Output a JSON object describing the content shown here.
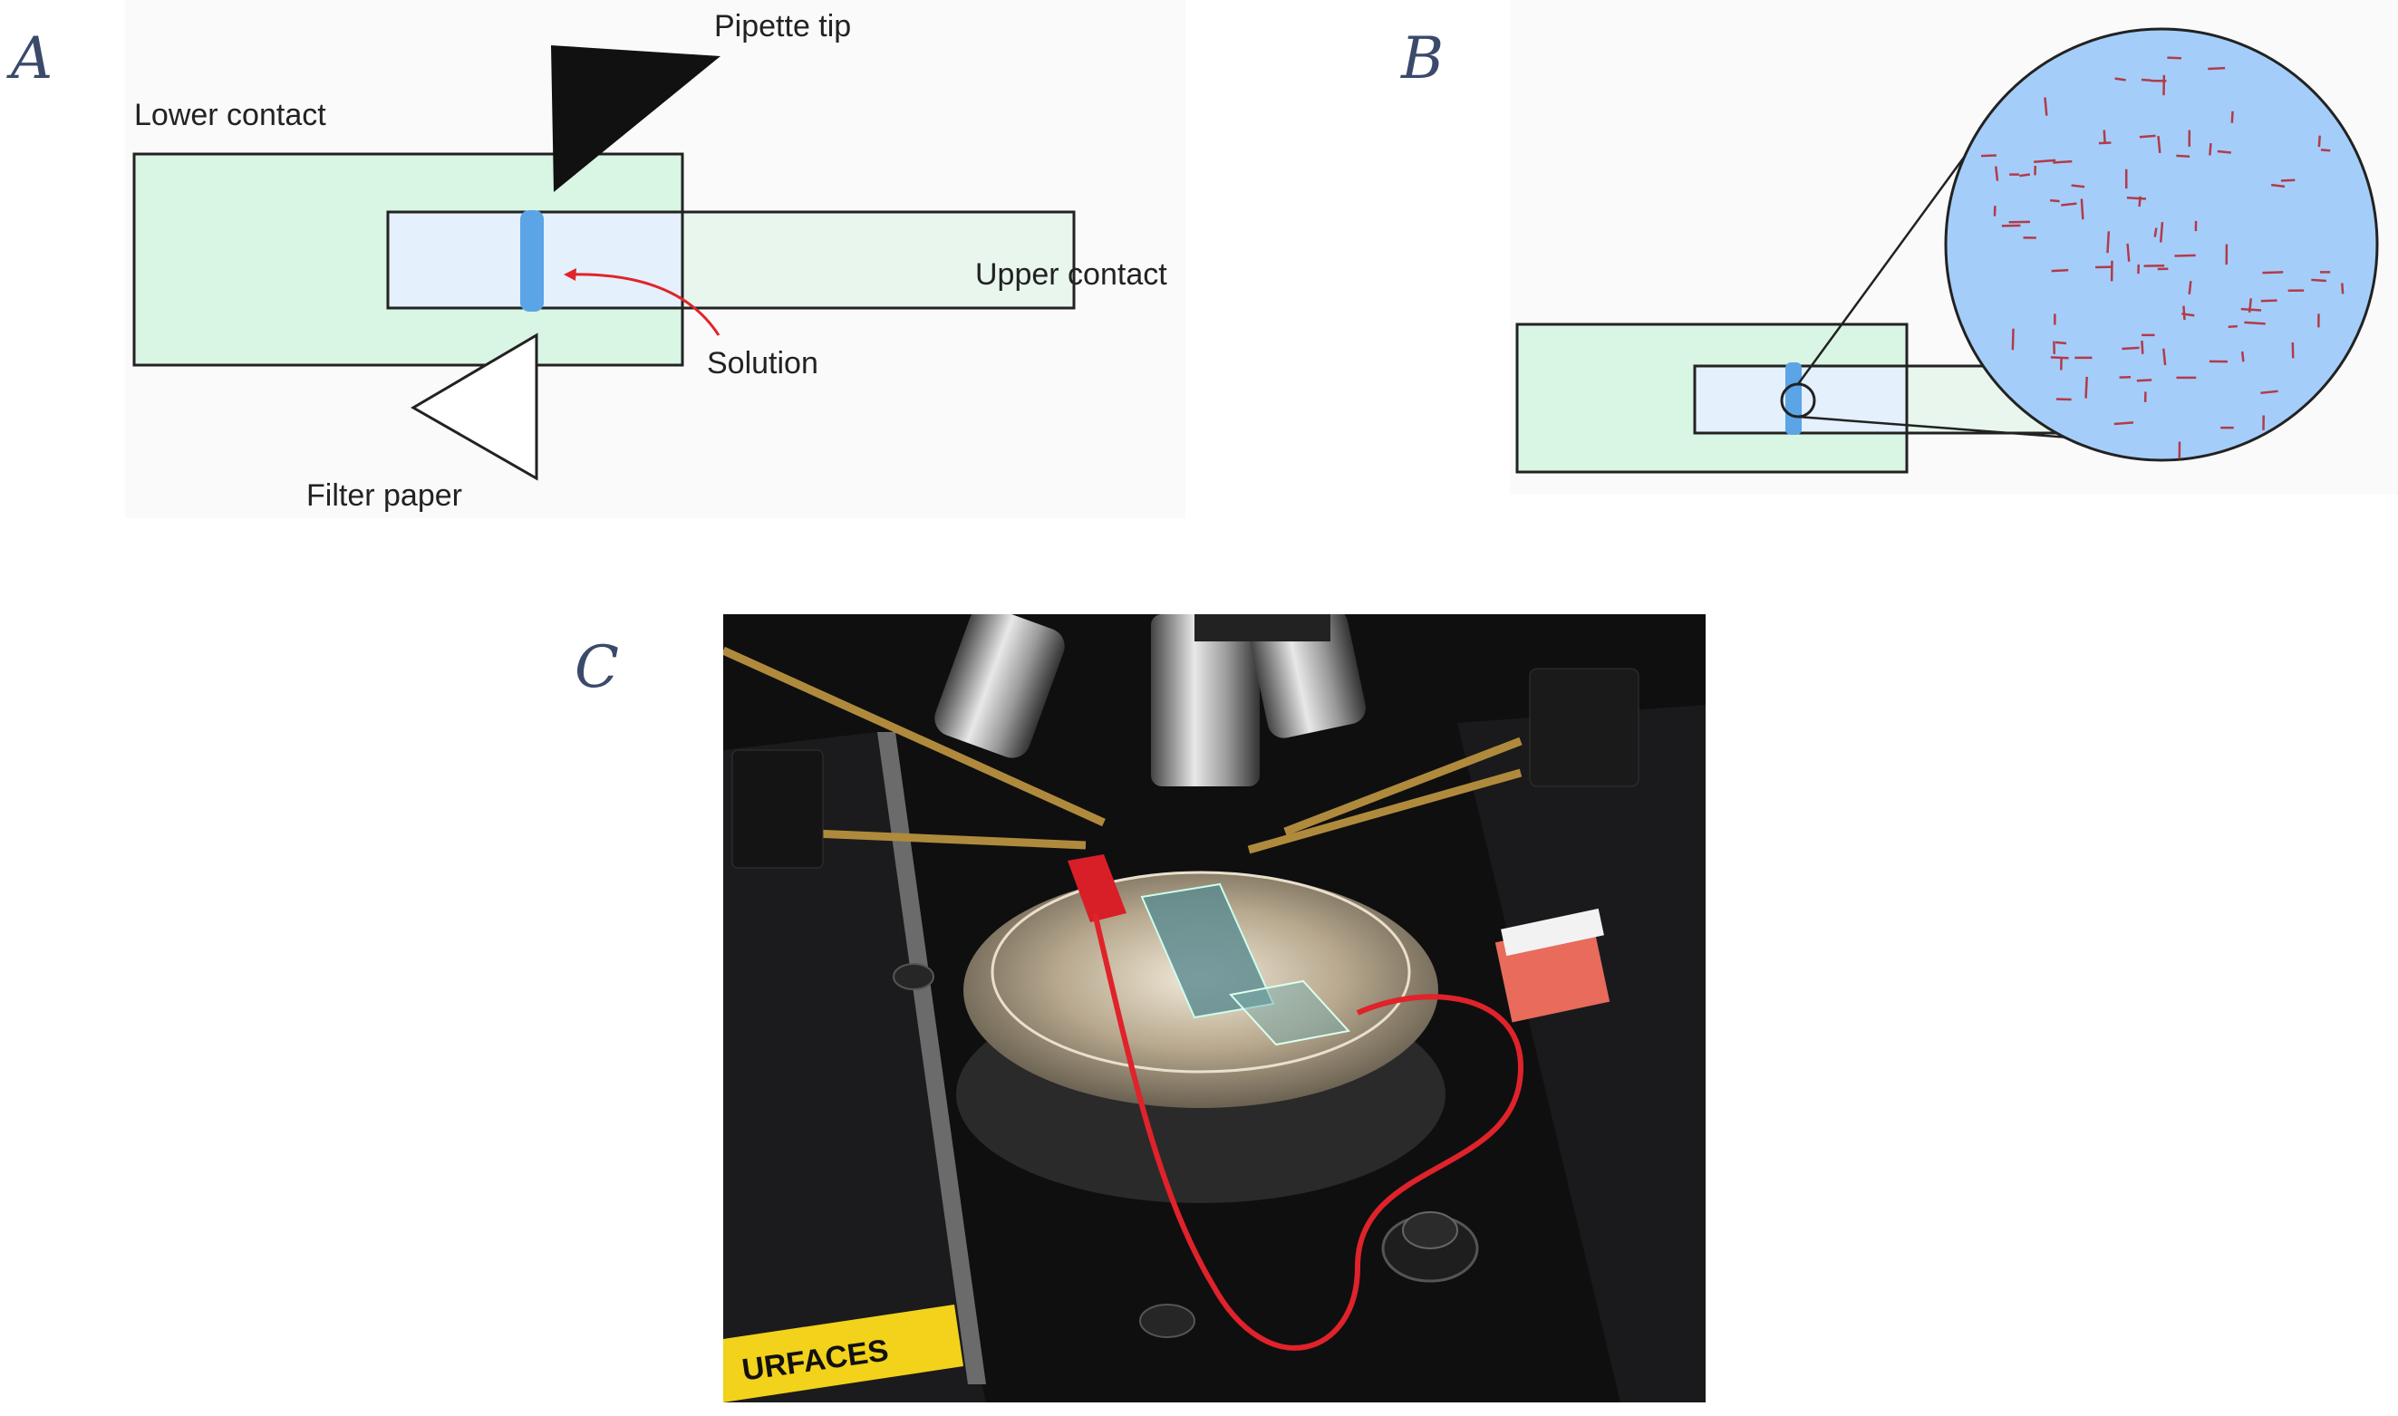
{
  "panels": {
    "a": {
      "letter": "A",
      "labels": {
        "pipette_tip": "Pipette tip",
        "lower_contact": "Lower contact",
        "upper_contact": "Upper contact",
        "solution": "Solution",
        "filter_paper": "Filter paper"
      },
      "colors": {
        "lower_contact_fill": "#d9f5e4",
        "upper_contact_fill": "#e4f0fb",
        "solution_fill": "#5ba4e6",
        "arrow": "#e0242a"
      }
    },
    "b": {
      "letter": "B",
      "colors": {
        "magnified_fill": "#a4cef9",
        "rod_color": "#b33a4a"
      }
    },
    "c": {
      "letter": "C",
      "photo_sticker_text": "URFACES",
      "colors": {
        "background": "#0f0f10",
        "stage": "#b7a88e",
        "wire": "#e0222a",
        "brass_probe": "#b08a3c"
      }
    }
  }
}
